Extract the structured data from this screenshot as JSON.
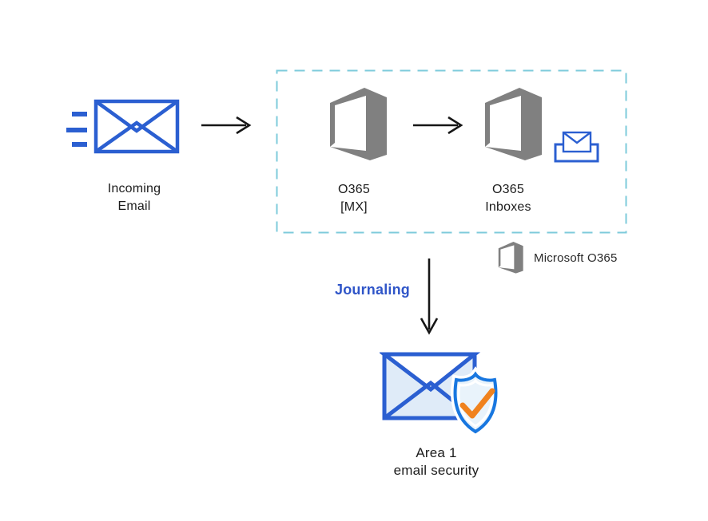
{
  "title": "Email flow diagram: Incoming Email to O365 to Area 1 email security",
  "colors": {
    "envelope_blue": "#2B5FD1",
    "box_dash": "#7ECBDB",
    "logo_gray": "#808080",
    "journaling_blue": "#2F55C8",
    "shield_blue": "#1877E0",
    "check_orange": "#F0821E",
    "light_blue_fill": "#DFEBF8",
    "arrow_black": "#161616",
    "text_black": "#1C1C1C"
  },
  "icons": {
    "incoming": "incoming-email-envelope-icon",
    "o365": "office365-logo-icon",
    "inbox": "inbox-tray-envelope-icon",
    "area1": "envelope-shield-check-icon"
  },
  "nodes": {
    "incoming_email": {
      "line1": "Incoming",
      "line2": "Email"
    },
    "o365_mx": {
      "line1": "O365",
      "line2": "[MX]"
    },
    "o365_inboxes": {
      "line1": "O365",
      "line2": "Inboxes"
    },
    "area1": {
      "line1": "Area 1",
      "line2": "email security"
    }
  },
  "flow": {
    "journaling_label": "Journaling"
  },
  "legend": {
    "label": "Microsoft O365"
  }
}
